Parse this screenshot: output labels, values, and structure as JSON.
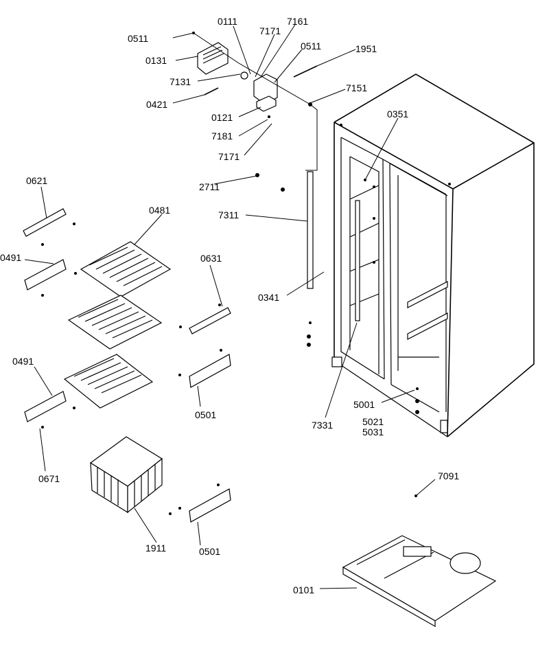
{
  "labels": {
    "l0511a": "0511",
    "l0111": "0111",
    "l7171a": "7171",
    "l7161": "7161",
    "l0511b": "0511",
    "l1951": "1951",
    "l0131": "0131",
    "l7131": "7131",
    "l7151": "7151",
    "l0421": "0421",
    "l0121": "0121",
    "l7181": "7181",
    "l7171b": "7171",
    "l0351": "0351",
    "l2711": "2711",
    "l0621": "0621",
    "l0481": "0481",
    "l7311": "7311",
    "l0491a": "0491",
    "l0631": "0631",
    "l0341": "0341",
    "l0491b": "0491",
    "l0501a": "0501",
    "l5001": "5001",
    "l7331": "7331",
    "l5021": "5021",
    "l5031": "5031",
    "l0671": "0671",
    "l7091": "7091",
    "l1911": "1911",
    "l0501b": "0501",
    "l0101": "0101"
  }
}
